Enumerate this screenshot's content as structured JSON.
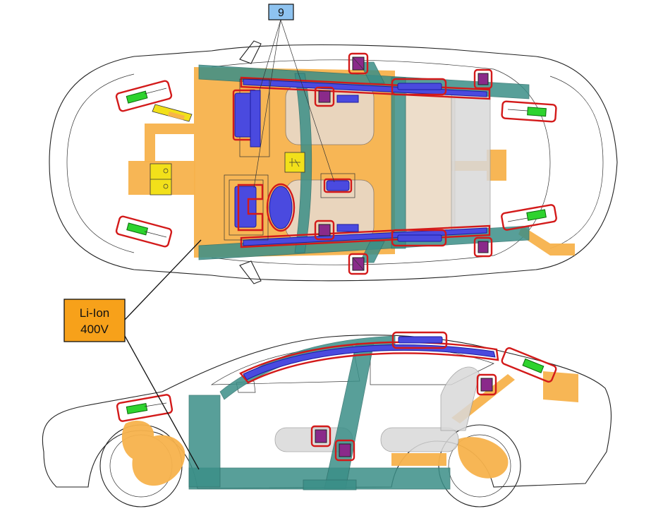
{
  "callout_number": {
    "text": "9",
    "color": "#8ec3f0"
  },
  "battery_label": {
    "line1": "Li-Ion",
    "line2": "400V",
    "color": "#f7a11a"
  },
  "colors": {
    "high_voltage": "#f7b24c",
    "reinforcement": "#3b8f88",
    "airbag": "#4a4adf",
    "highlight": "#d31a1a",
    "gas_strut": "#2ed32e",
    "pretensioner": "#8a2a8a",
    "warning": "#f2e01a"
  }
}
